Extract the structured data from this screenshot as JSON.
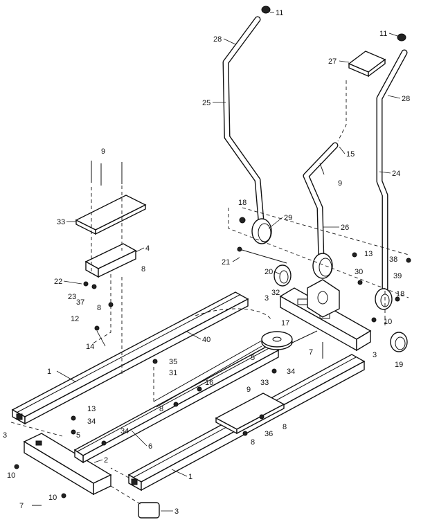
{
  "callouts": [
    {
      "text": "11"
    },
    {
      "text": "28"
    },
    {
      "text": "25"
    },
    {
      "text": "11"
    },
    {
      "text": "27"
    },
    {
      "text": "28"
    },
    {
      "text": "15"
    },
    {
      "text": "24"
    },
    {
      "text": "9"
    },
    {
      "text": "9"
    },
    {
      "text": "33"
    },
    {
      "text": "18"
    },
    {
      "text": "29"
    },
    {
      "text": "26"
    },
    {
      "text": "4"
    },
    {
      "text": "8"
    },
    {
      "text": "21"
    },
    {
      "text": "20"
    },
    {
      "text": "13"
    },
    {
      "text": "38"
    },
    {
      "text": "22"
    },
    {
      "text": "23"
    },
    {
      "text": "37"
    },
    {
      "text": "8"
    },
    {
      "text": "32"
    },
    {
      "text": "3"
    },
    {
      "text": "30"
    },
    {
      "text": "39"
    },
    {
      "text": "18"
    },
    {
      "text": "10"
    },
    {
      "text": "17"
    },
    {
      "text": "12"
    },
    {
      "text": "14"
    },
    {
      "text": "40"
    },
    {
      "text": "3"
    },
    {
      "text": "19"
    },
    {
      "text": "7"
    },
    {
      "text": "35"
    },
    {
      "text": "31"
    },
    {
      "text": "5"
    },
    {
      "text": "34"
    },
    {
      "text": "1"
    },
    {
      "text": "16"
    },
    {
      "text": "33"
    },
    {
      "text": "9"
    },
    {
      "text": "8"
    },
    {
      "text": "13"
    },
    {
      "text": "34"
    },
    {
      "text": "3"
    },
    {
      "text": "5"
    },
    {
      "text": "34"
    },
    {
      "text": "6"
    },
    {
      "text": "36"
    },
    {
      "text": "8"
    },
    {
      "text": "8"
    },
    {
      "text": "2"
    },
    {
      "text": "10"
    },
    {
      "text": "1"
    },
    {
      "text": "10"
    },
    {
      "text": "7"
    },
    {
      "text": "3"
    }
  ]
}
